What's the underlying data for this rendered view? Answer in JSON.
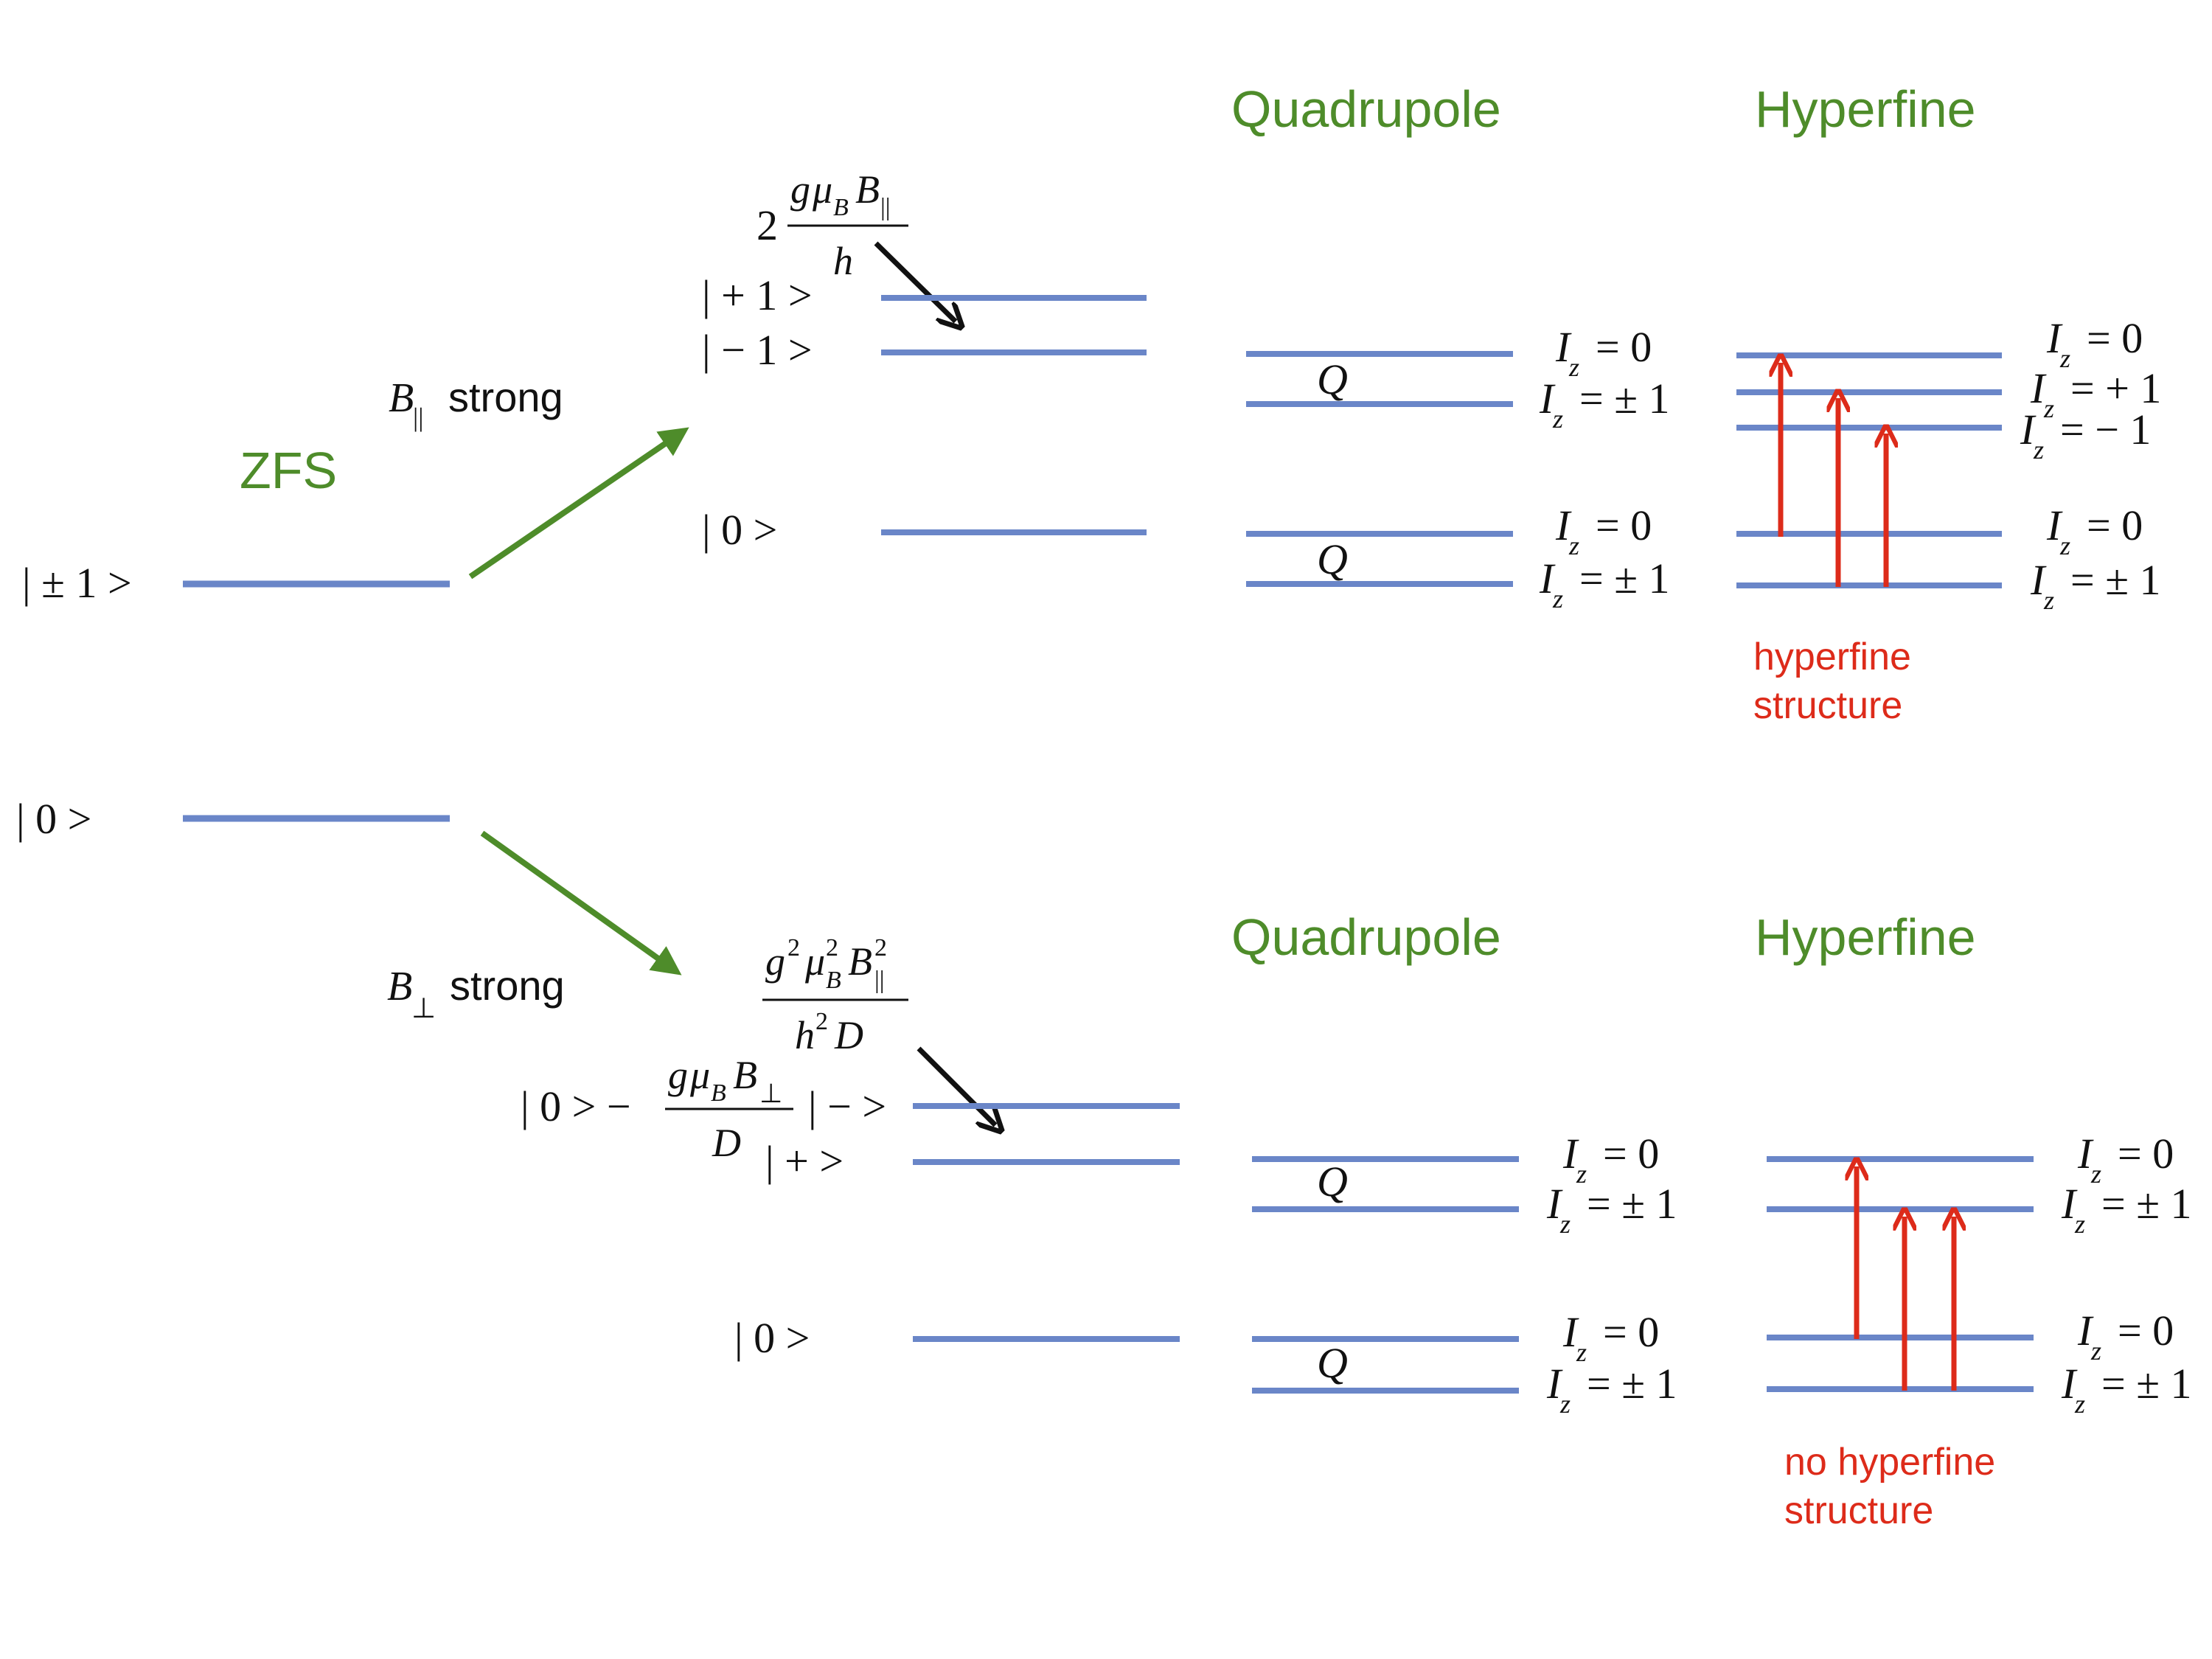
{
  "colors": {
    "level": "#6a86c8",
    "green": "#4e8c2a",
    "red": "#dd2b1a",
    "black": "#111111"
  },
  "top_left": {
    "state_pm1": "| ± 1 >",
    "state_0": "| 0 >",
    "zfs": "ZFS"
  },
  "upper": {
    "field_label_sym": "B",
    "field_label_sub": "||",
    "field_label_word": "strong",
    "zeeman_prefactor": "2",
    "zeeman_num_g": "g",
    "zeeman_num_mu": "μ",
    "zeeman_num_mu_sub": "B",
    "zeeman_num_b": "B",
    "zeeman_num_b_sub": "||",
    "zeeman_den": "h",
    "state_p1": "| + 1 >",
    "state_m1": "| − 1 >",
    "state_0": "| 0 >",
    "quadrupole_title": "Quadrupole",
    "hyperfine_title": "Hyperfine",
    "q_symbol": "Q",
    "quad_labels": [
      "= 0",
      "= ± 1",
      "= 0",
      "= ± 1"
    ],
    "hyper_labels": [
      "= 0",
      "= + 1",
      "= − 1",
      "= 0",
      "= ± 1"
    ],
    "note_line1": "hyperfine",
    "note_line2": "structure"
  },
  "lower": {
    "field_label_sym": "B",
    "field_label_sub": "⊥",
    "field_label_word": "strong",
    "shift_num_g": "g",
    "shift_num_g_sup": "2",
    "shift_num_mu": "μ",
    "shift_num_mu_sup": "2",
    "shift_num_mu_sub": "B",
    "shift_num_b": "B",
    "shift_num_b_sup": "2",
    "shift_num_b_sub": "||",
    "shift_den_h": "h",
    "shift_den_h_sup": "2",
    "shift_den_d": "D",
    "mix_left": "| 0 > −",
    "mix_num_g": "g",
    "mix_num_mu": "μ",
    "mix_num_mu_sub": "B",
    "mix_num_b": "B",
    "mix_num_b_sub": "⊥",
    "mix_den": "D",
    "state_minus": "| − >",
    "state_plus": "| + >",
    "state_0": "| 0 >",
    "quadrupole_title": "Quadrupole",
    "hyperfine_title": "Hyperfine",
    "q_symbol": "Q",
    "quad_labels": [
      "= 0",
      "= ± 1",
      "= 0",
      "= ± 1"
    ],
    "hyper_labels": [
      "= 0",
      "= ± 1",
      "= 0",
      "= ± 1"
    ],
    "note_line1": "no hyperfine",
    "note_line2": "structure"
  },
  "iz_symbol": "I",
  "iz_sub": "z"
}
